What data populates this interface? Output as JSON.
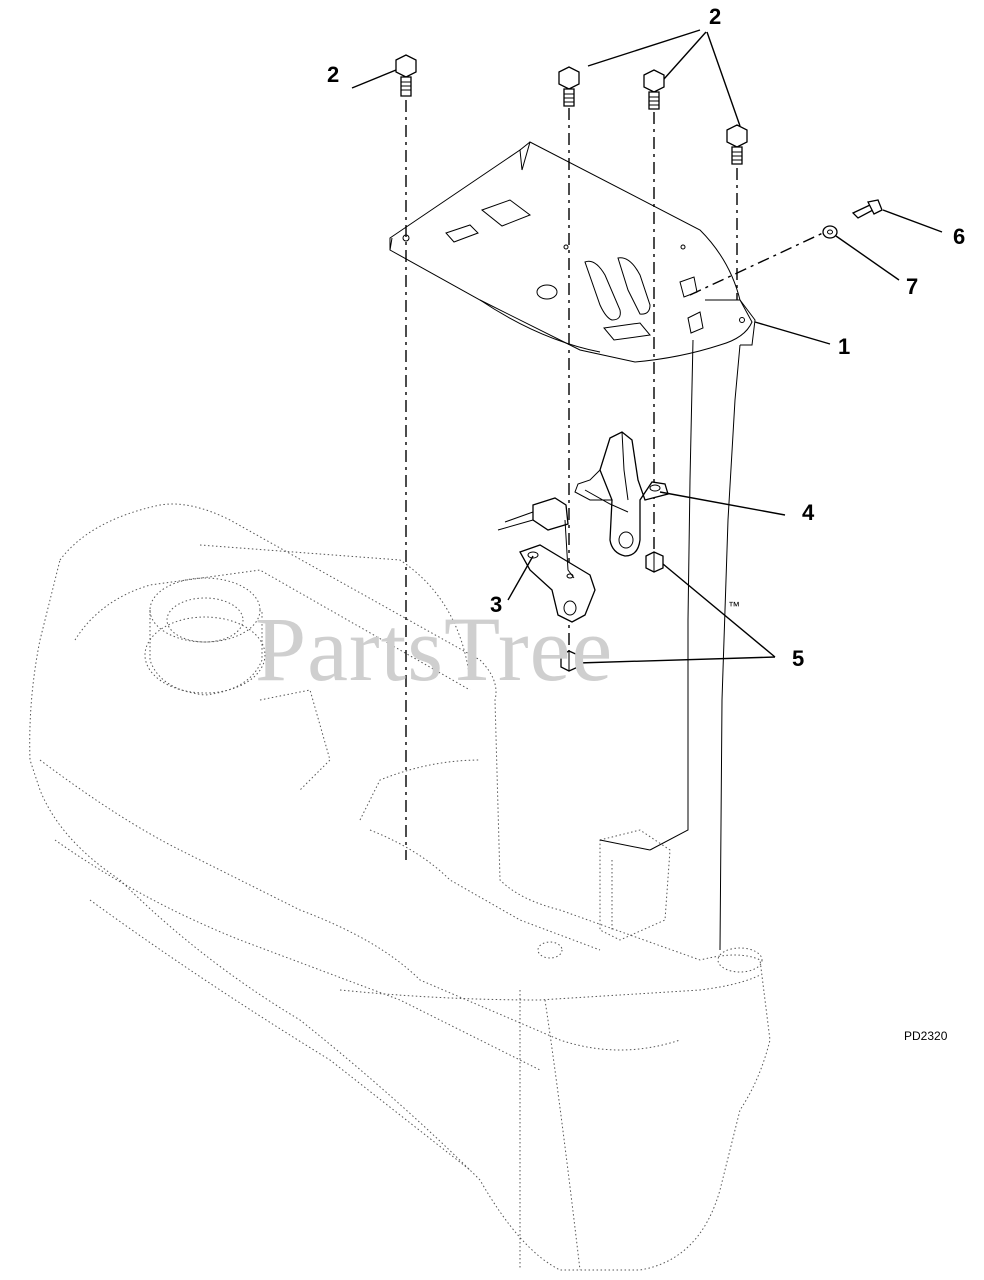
{
  "callouts": [
    "1",
    "2",
    "3",
    "4",
    "5",
    "6",
    "7"
  ],
  "drawing_code": "PD2320",
  "watermark": "PartsTree",
  "watermark_mark": "™"
}
